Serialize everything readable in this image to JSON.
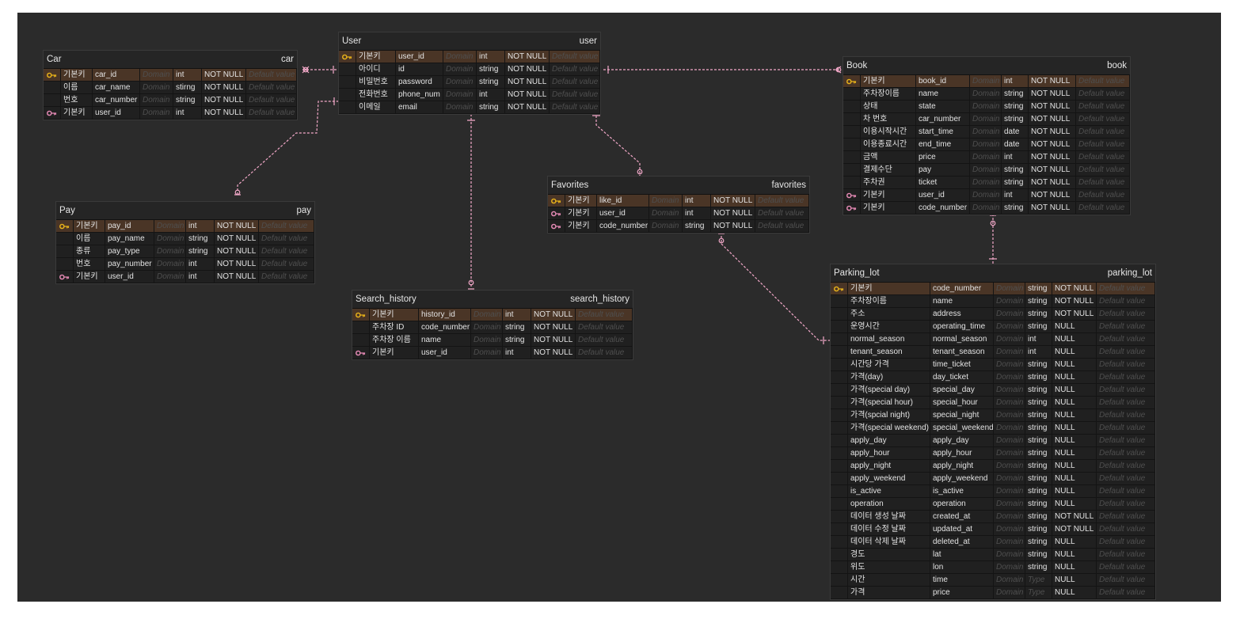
{
  "colors": {
    "canvas": "#2b2b2b",
    "pk_row": "#4a3526",
    "pk_key": "#e8b21a",
    "fk_key": "#e58ab5",
    "link": "#f2a8c8"
  },
  "placeholders": {
    "domain": "Domain",
    "default": "Default value",
    "type": "Type"
  },
  "tables": [
    {
      "id": "car",
      "title": "Car",
      "name": "car",
      "widths": [
        22,
        40,
        60,
        42,
        36,
        56,
        64
      ],
      "rows": [
        [
          "pk",
          "기본키",
          "car_id",
          "int",
          "NOT NULL"
        ],
        [
          "",
          "이름",
          "car_name",
          "stirng",
          "NOT NULL"
        ],
        [
          "",
          "번호",
          "car_number",
          "string",
          "NOT NULL"
        ],
        [
          "fk",
          "기본키",
          "user_id",
          "int",
          "NOT NULL"
        ]
      ]
    },
    {
      "id": "user",
      "title": "User",
      "name": "user",
      "widths": [
        22,
        50,
        60,
        42,
        36,
        56,
        64
      ],
      "rows": [
        [
          "pk",
          "기본키",
          "user_id",
          "int",
          "NOT NULL"
        ],
        [
          "",
          "아이디",
          "id",
          "string",
          "NOT NULL"
        ],
        [
          "",
          "비밀번호",
          "password",
          "string",
          "NOT NULL"
        ],
        [
          "",
          "전화번호",
          "phone_num",
          "int",
          "NOT NULL"
        ],
        [
          "",
          "이메일",
          "email",
          "string",
          "NOT NULL"
        ]
      ]
    },
    {
      "id": "book",
      "title": "Book",
      "name": "book",
      "widths": [
        22,
        70,
        68,
        40,
        34,
        60,
        68
      ],
      "rows": [
        [
          "pk",
          "기본키",
          "book_id",
          "int",
          "NOT NULL"
        ],
        [
          "",
          "주차장이름",
          "name",
          "string",
          "NOT NULL"
        ],
        [
          "",
          "상태",
          "state",
          "string",
          "NOT NULL"
        ],
        [
          "",
          "차 번호",
          "car_number",
          "string",
          "NOT NULL"
        ],
        [
          "",
          "이용시작시간",
          "start_time",
          "date",
          "NOT NULL"
        ],
        [
          "",
          "이용종료시간",
          "end_time",
          "date",
          "NOT NULL"
        ],
        [
          "",
          "금액",
          "price",
          "int",
          "NOT NULL"
        ],
        [
          "",
          "결제수단",
          "pay",
          "string",
          "NOT NULL"
        ],
        [
          "",
          "주차권",
          "ticket",
          "string",
          "NOT NULL"
        ],
        [
          "fk",
          "기본키",
          "user_id",
          "int",
          "NOT NULL"
        ],
        [
          "fk",
          "기본키",
          "code_number",
          "string",
          "NOT NULL"
        ]
      ]
    },
    {
      "id": "pay",
      "title": "Pay",
      "name": "pay",
      "widths": [
        22,
        40,
        62,
        40,
        36,
        56,
        70
      ],
      "rows": [
        [
          "pk",
          "기본키",
          "pay_id",
          "int",
          "NOT NULL"
        ],
        [
          "",
          "이름",
          "pay_name",
          "string",
          "NOT NULL"
        ],
        [
          "",
          "종류",
          "pay_type",
          "string",
          "NOT NULL"
        ],
        [
          "",
          "번호",
          "pay_number",
          "int",
          "NOT NULL"
        ],
        [
          "fk",
          "기본키",
          "user_id",
          "int",
          "NOT NULL"
        ]
      ]
    },
    {
      "id": "favorites",
      "title": "Favorites",
      "name": "favorites",
      "widths": [
        22,
        40,
        66,
        42,
        36,
        56,
        68
      ],
      "rows": [
        [
          "pk",
          "기본키",
          "like_id",
          "int",
          "NOT NULL"
        ],
        [
          "fk",
          "기본키",
          "user_id",
          "int",
          "NOT NULL"
        ],
        [
          "fk",
          "기본키",
          "code_number",
          "string",
          "NOT NULL"
        ]
      ]
    },
    {
      "id": "search_history",
      "title": "Search_history",
      "name": "search_history",
      "widths": [
        22,
        62,
        66,
        40,
        36,
        56,
        72
      ],
      "rows": [
        [
          "pk",
          "기본키",
          "history_id",
          "int",
          "NOT NULL"
        ],
        [
          "",
          "주차장 ID",
          "code_number",
          "string",
          "NOT NULL"
        ],
        [
          "",
          "주차장 이름",
          "name",
          "string",
          "NOT NULL"
        ],
        [
          "fk",
          "기본키",
          "user_id",
          "int",
          "NOT NULL"
        ]
      ]
    },
    {
      "id": "parking_lot",
      "title": "Parking_lot",
      "name": "parking_lot",
      "widths": [
        22,
        104,
        80,
        40,
        34,
        56,
        74
      ],
      "rows": [
        [
          "pk",
          "기본키",
          "code_number",
          "string",
          "NOT NULL"
        ],
        [
          "",
          "주차장이름",
          "name",
          "string",
          "NOT NULL"
        ],
        [
          "",
          "주소",
          "address",
          "string",
          "NOT NULL"
        ],
        [
          "",
          "운영시간",
          "operating_time",
          "string",
          "NULL"
        ],
        [
          "",
          "normal_season",
          "normal_season",
          "int",
          "NULL"
        ],
        [
          "",
          "tenant_season",
          "tenant_season",
          "int",
          "NULL"
        ],
        [
          "",
          "시간당 가격",
          "time_ticket",
          "string",
          "NULL"
        ],
        [
          "",
          "가격(day)",
          "day_ticket",
          "string",
          "NULL"
        ],
        [
          "",
          "가격(special day)",
          "special_day",
          "string",
          "NULL"
        ],
        [
          "",
          "가격(special hour)",
          "special_hour",
          "string",
          "NULL"
        ],
        [
          "",
          "가격(spcial night)",
          "special_night",
          "string",
          "NULL"
        ],
        [
          "",
          "가격(special weekend)",
          "special_weekend",
          "string",
          "NULL"
        ],
        [
          "",
          "apply_day",
          "apply_day",
          "string",
          "NULL"
        ],
        [
          "",
          "apply_hour",
          "apply_hour",
          "string",
          "NULL"
        ],
        [
          "",
          "apply_night",
          "apply_night",
          "string",
          "NULL"
        ],
        [
          "",
          "apply_weekend",
          "apply_weekend",
          "string",
          "NULL"
        ],
        [
          "",
          "is_active",
          "is_active",
          "string",
          "NULL"
        ],
        [
          "",
          "operation",
          "operation",
          "string",
          "NULL"
        ],
        [
          "",
          "데이터 생성 날짜",
          "created_at",
          "string",
          "NOT NULL"
        ],
        [
          "",
          "데이터 수정 날짜",
          "updated_at",
          "string",
          "NOT NULL"
        ],
        [
          "",
          "데이터 삭제 날짜",
          "deleted_at",
          "string",
          "NULL"
        ],
        [
          "",
          "경도",
          "lat",
          "string",
          "NULL"
        ],
        [
          "",
          "위도",
          "lon",
          "string",
          "NULL"
        ],
        [
          "",
          "시간",
          "time",
          "",
          "NULL"
        ],
        [
          "",
          "가격",
          "price",
          "",
          "NULL"
        ]
      ]
    }
  ]
}
